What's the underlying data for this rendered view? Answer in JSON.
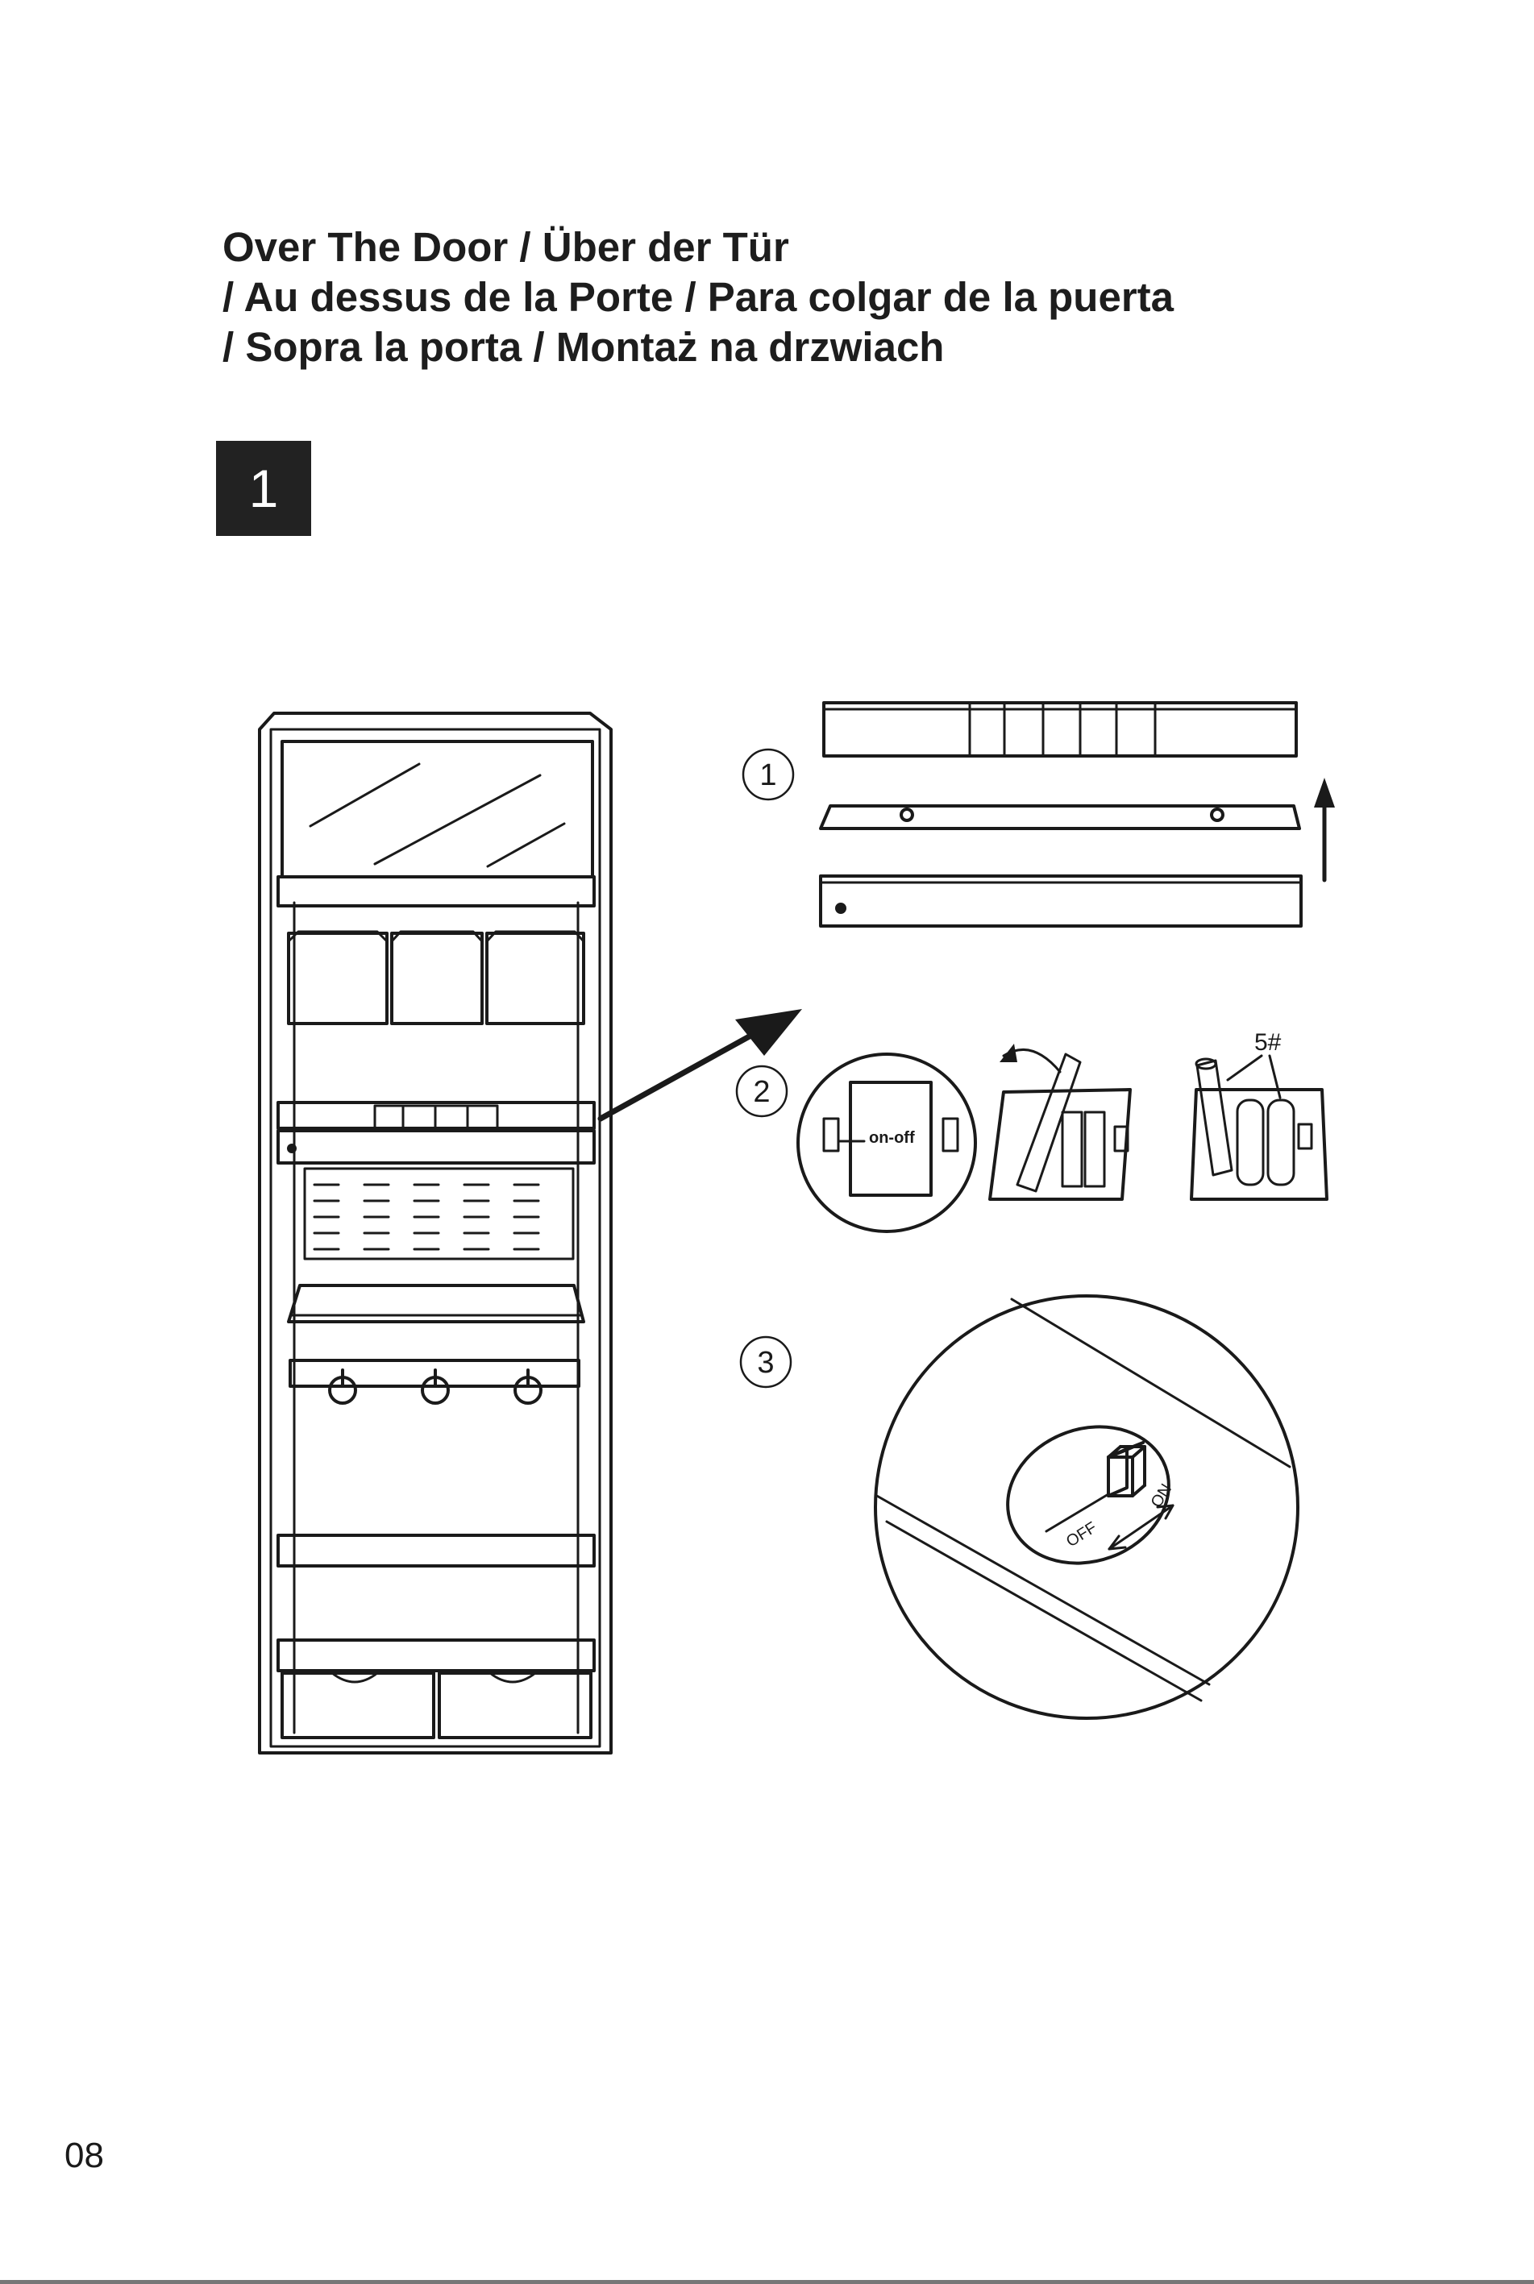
{
  "heading": {
    "line1": "Over The Door / Über der Tür",
    "line2": "/ Au dessus de la Porte / Para colgar de la puerta",
    "line3": "/ Sopra la porta / Montaż na drzwiach"
  },
  "step": {
    "number": "1"
  },
  "substeps": {
    "first": "1",
    "second": "2",
    "third": "3"
  },
  "labels": {
    "switch_button": "on-off",
    "battery_size": "5#",
    "switch_off": "OFF",
    "switch_on": "ON"
  },
  "footer": {
    "page_number": "08"
  },
  "colors": {
    "line": "#1a1a1a",
    "badge": "#222222",
    "paper": "#ffffff"
  }
}
